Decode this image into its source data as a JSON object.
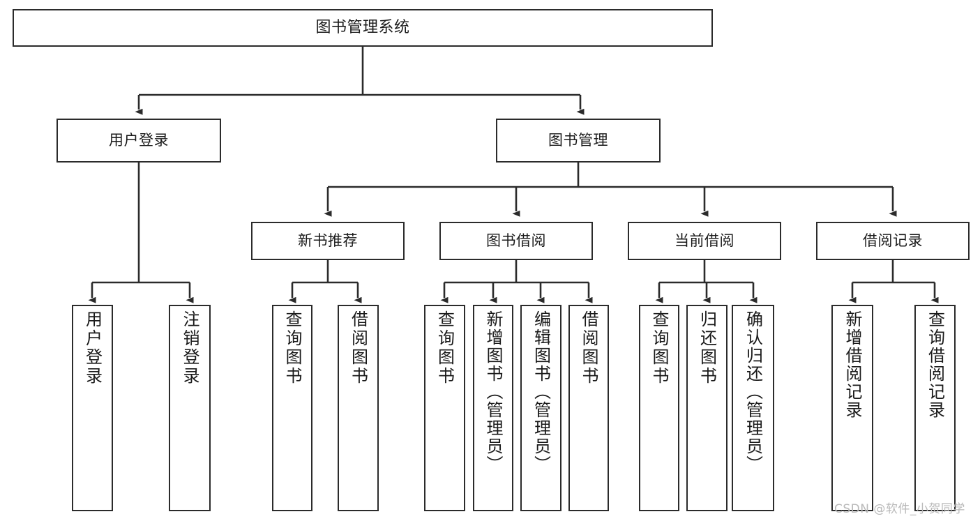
{
  "diagram": {
    "title": "图书管理系统",
    "type": "tree",
    "colors": {
      "stroke": "#2b2b2b",
      "fill": "#ffffff",
      "text": "#1a1a1a",
      "watermark": "#b9b9b9"
    },
    "levels": {
      "root": {
        "label": "图书管理系统"
      },
      "level2": [
        {
          "label": "用户登录"
        },
        {
          "label": "图书管理"
        }
      ],
      "level3": [
        {
          "label": "新书推荐"
        },
        {
          "label": "图书借阅"
        },
        {
          "label": "当前借阅"
        },
        {
          "label": "借阅记录"
        }
      ],
      "level4": [
        {
          "label": "用户登录",
          "parent": "用户登录"
        },
        {
          "label": "注销登录",
          "parent": "用户登录"
        },
        {
          "label": "查询图书",
          "parent": "新书推荐"
        },
        {
          "label": "借阅图书",
          "parent": "新书推荐"
        },
        {
          "label": "查询图书",
          "parent": "图书借阅"
        },
        {
          "label": "新增图书（管理员）",
          "parent": "图书借阅"
        },
        {
          "label": "编辑图书（管理员）",
          "parent": "图书借阅"
        },
        {
          "label": "借阅图书",
          "parent": "图书借阅"
        },
        {
          "label": "查询图书",
          "parent": "当前借阅"
        },
        {
          "label": "归还图书",
          "parent": "当前借阅"
        },
        {
          "label": "确认归还（管理员）",
          "parent": "当前借阅"
        },
        {
          "label": "新增借阅记录",
          "parent": "借阅记录"
        },
        {
          "label": "查询借阅记录",
          "parent": "借阅记录"
        }
      ]
    }
  },
  "watermark": {
    "text": "CSDN @软件_小贺同学"
  }
}
